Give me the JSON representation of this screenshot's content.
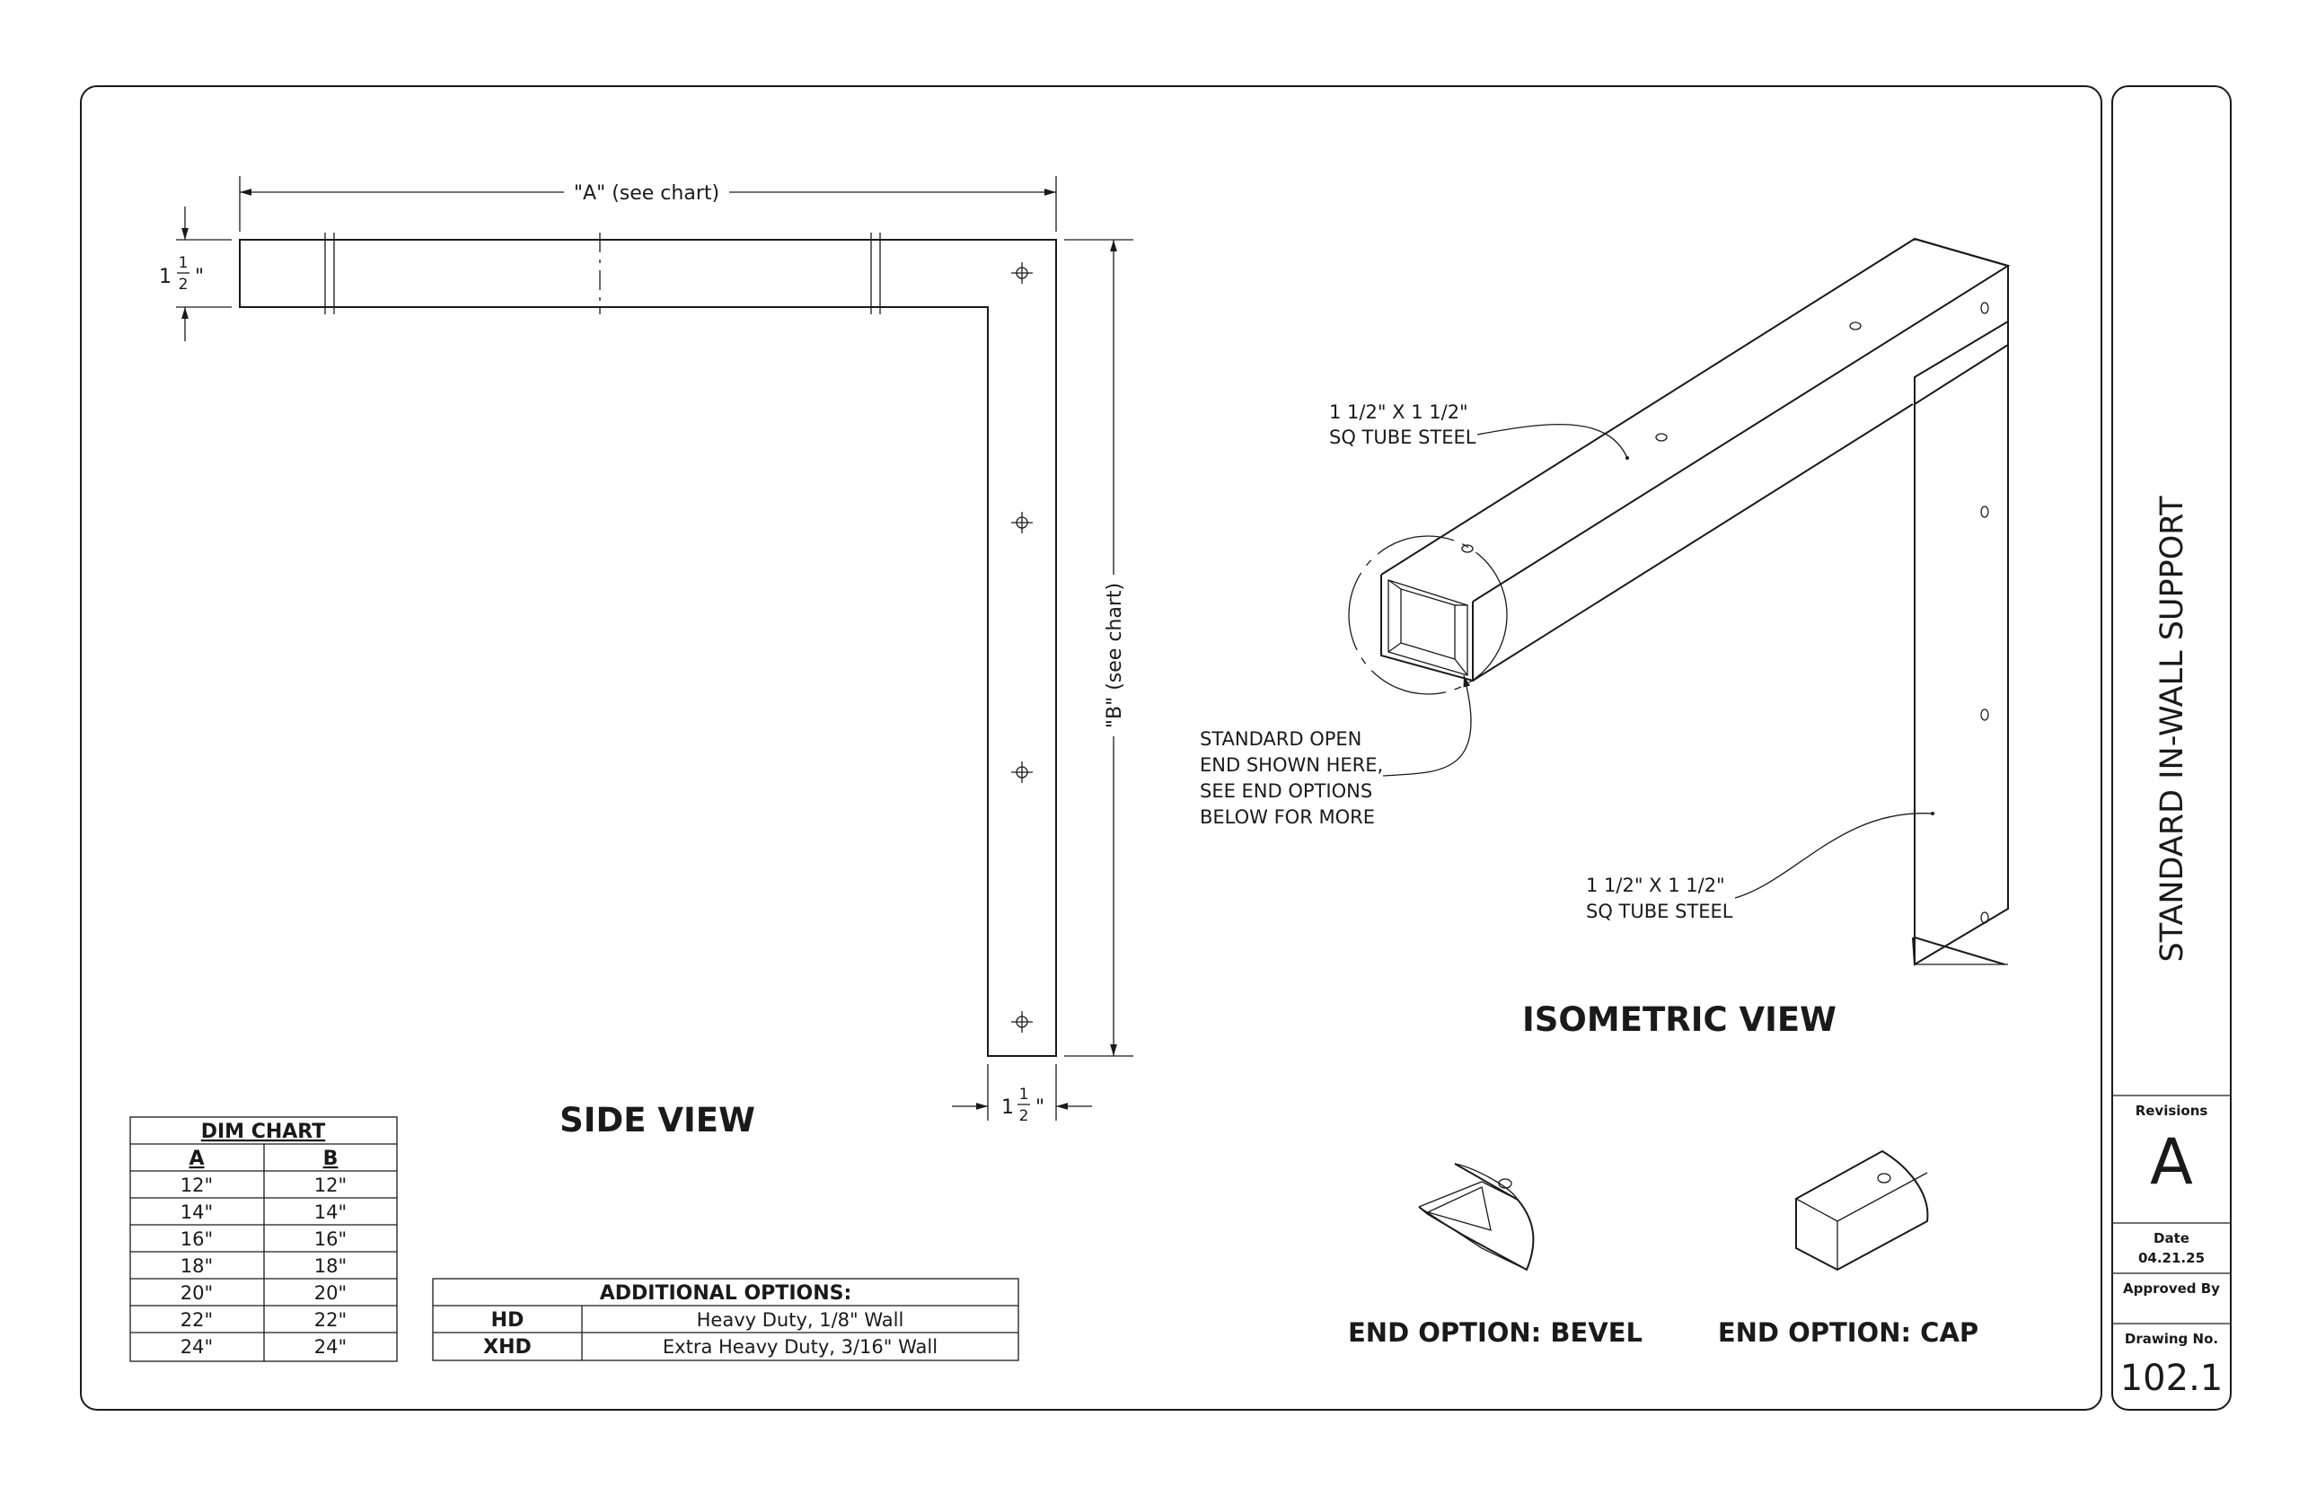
{
  "title_block": {
    "drawing_title": "STANDARD IN-WALL SUPPORT",
    "revisions_label": "Revisions",
    "revision": "A",
    "date_label": "Date",
    "date": "04.21.25",
    "approved_label": "Approved By",
    "drawing_no_label": "Drawing No.",
    "drawing_no": "102.1"
  },
  "side_view": {
    "title": "SIDE VIEW",
    "dim_a": "\"A\" (see chart)",
    "dim_b": "\"B\" (see chart)",
    "dim_thickness_whole": "1",
    "dim_thickness_num": "1",
    "dim_thickness_den": "2",
    "dim_thickness_unit": "\""
  },
  "isometric_view": {
    "title": "ISOMETRIC VIEW",
    "callout_top": [
      "1 1/2\" X 1 1/2\"",
      "SQ TUBE STEEL"
    ],
    "callout_end": [
      "STANDARD OPEN",
      "END SHOWN HERE,",
      "SEE END OPTIONS",
      "BELOW FOR MORE"
    ],
    "callout_vertical": [
      "1 1/2\" X 1 1/2\"",
      "SQ TUBE STEEL"
    ]
  },
  "end_options": {
    "bevel": "END OPTION: BEVEL",
    "cap": "END OPTION: CAP"
  },
  "dim_chart": {
    "title": "DIM CHART",
    "headers": [
      "A",
      "B"
    ],
    "rows": [
      [
        "12\"",
        "12\""
      ],
      [
        "14\"",
        "14\""
      ],
      [
        "16\"",
        "16\""
      ],
      [
        "18\"",
        "18\""
      ],
      [
        "20\"",
        "20\""
      ],
      [
        "22\"",
        "22\""
      ],
      [
        "24\"",
        "24\""
      ]
    ]
  },
  "additional_options": {
    "title": "ADDITIONAL OPTIONS:",
    "rows": [
      [
        "HD",
        "Heavy Duty,  1/8\" Wall"
      ],
      [
        "XHD",
        "Extra Heavy Duty, 3/16\" Wall"
      ]
    ]
  }
}
